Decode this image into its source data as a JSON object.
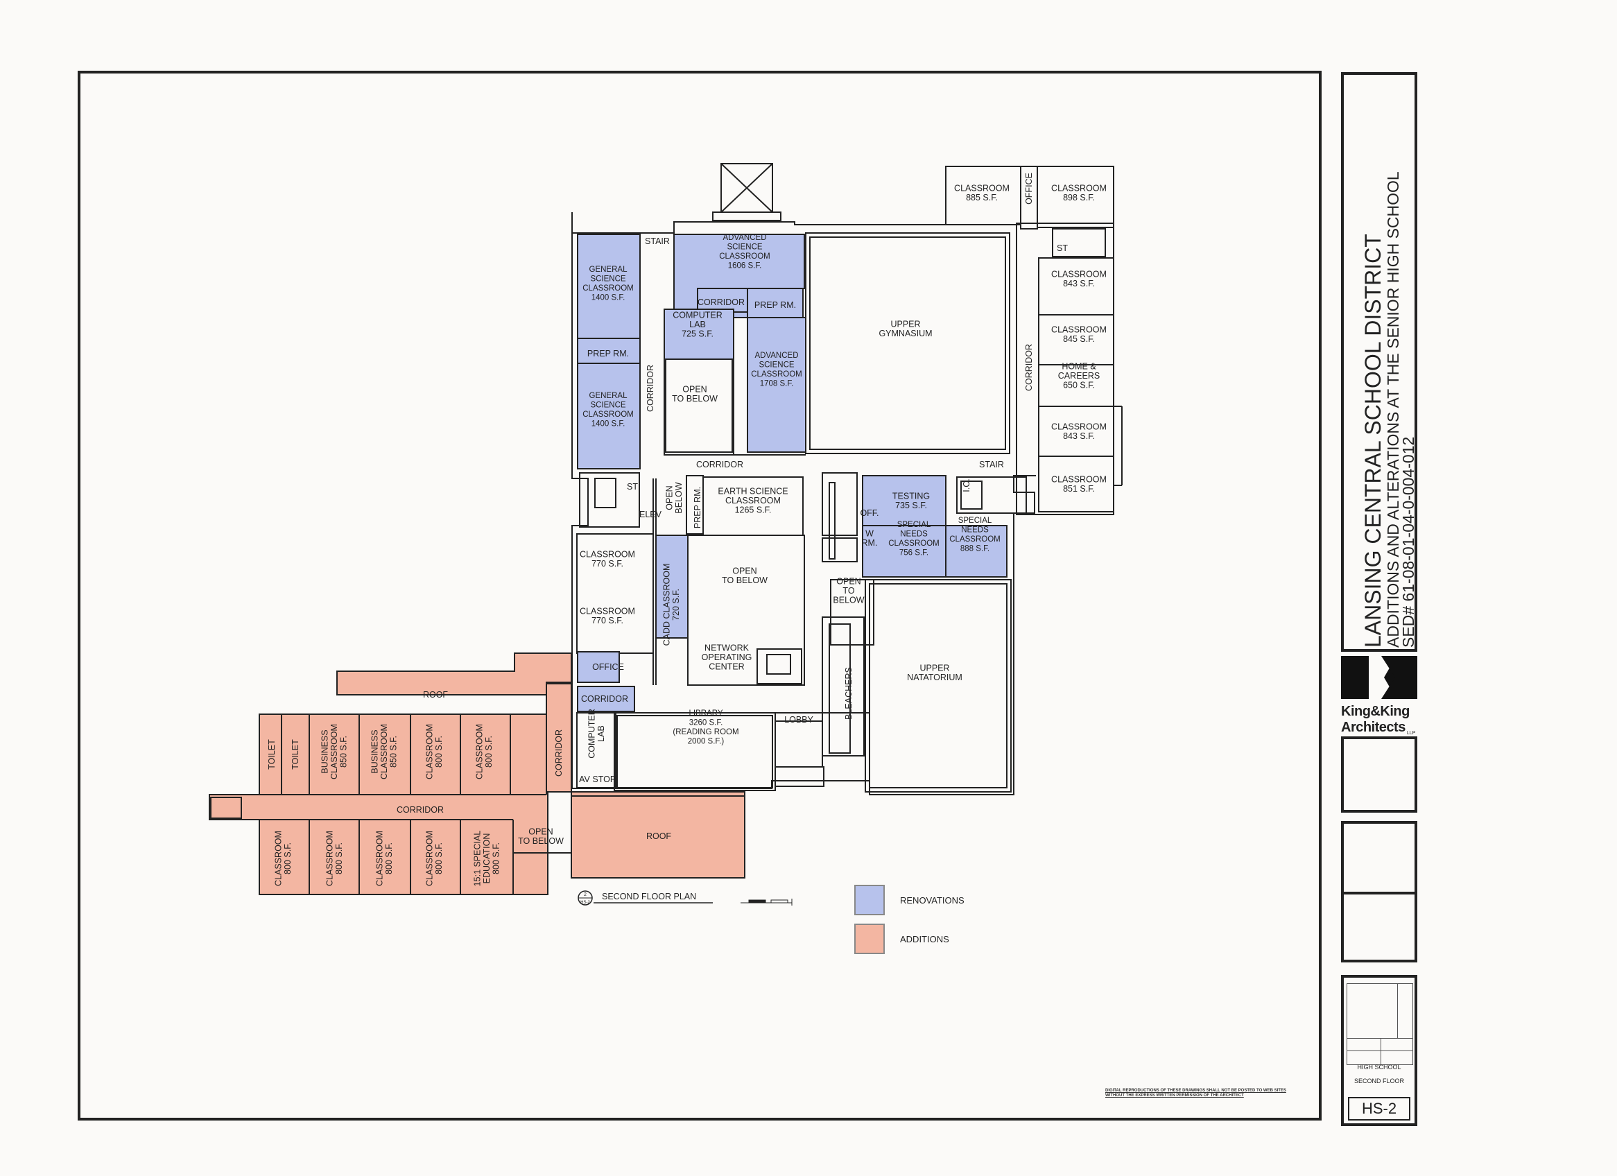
{
  "drawing": {
    "plan_title": "SECOND FLOOR PLAN",
    "plan_callout": "2",
    "plan_callout_sheet": "HS-2",
    "scale_label": "",
    "colors": {
      "renovation": "#b7c2ec",
      "addition": "#f3b6a2",
      "line": "#222222"
    }
  },
  "rooms": [
    {
      "id": "gen-sci-1",
      "label": [
        "GENERAL",
        "SCIENCE",
        "CLASSROOM",
        "1400 S.F."
      ],
      "fill": "renovation"
    },
    {
      "id": "stair-1",
      "label": [
        "STAIR"
      ],
      "fill": "none"
    },
    {
      "id": "adv-sci-1",
      "label": [
        "ADVANCED",
        "SCIENCE",
        "CLASSROOM",
        "1606 S.F."
      ],
      "fill": "renovation"
    },
    {
      "id": "corridor-a",
      "label": [
        "CORRIDOR"
      ],
      "fill": "renovation"
    },
    {
      "id": "prep-1",
      "label": [
        "PREP RM."
      ],
      "fill": "renovation"
    },
    {
      "id": "prep-2",
      "label": [
        "PREP RM."
      ],
      "fill": "renovation"
    },
    {
      "id": "computer-lab-1",
      "label": [
        "COMPUTER",
        "LAB",
        "725 S.F."
      ],
      "fill": "renovation"
    },
    {
      "id": "open-below-1",
      "label": [
        "OPEN",
        "TO BELOW"
      ],
      "fill": "none"
    },
    {
      "id": "adv-sci-2",
      "label": [
        "ADVANCED",
        "SCIENCE",
        "CLASSROOM",
        "1708 S.F."
      ],
      "fill": "renovation"
    },
    {
      "id": "gen-sci-2",
      "label": [
        "GENERAL",
        "SCIENCE",
        "CLASSROOM",
        "1400 S.F."
      ],
      "fill": "renovation"
    },
    {
      "id": "corridor-v1",
      "label": [
        "CORRIDOR"
      ],
      "fill": "none"
    },
    {
      "id": "corridor-b",
      "label": [
        "CORRIDOR"
      ],
      "fill": "none"
    },
    {
      "id": "upper-gym",
      "label": [
        "UPPER",
        "GYMNASIUM"
      ],
      "fill": "none"
    },
    {
      "id": "classroom-885",
      "label": [
        "CLASSROOM",
        "885 S.F."
      ],
      "fill": "none"
    },
    {
      "id": "office-1",
      "label": [
        "OFFICE"
      ],
      "fill": "none"
    },
    {
      "id": "classroom-898",
      "label": [
        "CLASSROOM",
        "898 S.F."
      ],
      "fill": "none"
    },
    {
      "id": "st-1",
      "label": [
        "ST"
      ],
      "fill": "none"
    },
    {
      "id": "classroom-843a",
      "label": [
        "CLASSROOM",
        "843 S.F."
      ],
      "fill": "none"
    },
    {
      "id": "classroom-845",
      "label": [
        "CLASSROOM",
        "845 S.F."
      ],
      "fill": "none"
    },
    {
      "id": "home-careers",
      "label": [
        "HOME &",
        "CAREERS",
        "650 S.F."
      ],
      "fill": "none"
    },
    {
      "id": "classroom-843b",
      "label": [
        "CLASSROOM",
        "843 S.F."
      ],
      "fill": "none"
    },
    {
      "id": "classroom-851",
      "label": [
        "CLASSROOM",
        "851 S.F."
      ],
      "fill": "none"
    },
    {
      "id": "corridor-v2",
      "label": [
        "CORRIDOR"
      ],
      "fill": "none"
    },
    {
      "id": "stair-2",
      "label": [
        "STAIR"
      ],
      "fill": "none"
    },
    {
      "id": "ic",
      "label": [
        "I.C."
      ],
      "fill": "none"
    },
    {
      "id": "st-2",
      "label": [
        "ST"
      ],
      "fill": "none"
    },
    {
      "id": "elev",
      "label": [
        "ELEV"
      ],
      "fill": "none"
    },
    {
      "id": "open-below-2",
      "label": [
        "OPEN",
        "BELOW"
      ],
      "fill": "none"
    },
    {
      "id": "prep-3",
      "label": [
        "PREP RM."
      ],
      "fill": "none"
    },
    {
      "id": "earth-sci",
      "label": [
        "EARTH SCIENCE",
        "CLASSROOM",
        "1265 S.F."
      ],
      "fill": "none"
    },
    {
      "id": "testing",
      "label": [
        "TESTING",
        "735 S.F."
      ],
      "fill": "renovation"
    },
    {
      "id": "off",
      "label": [
        "OFF."
      ],
      "fill": "none"
    },
    {
      "id": "wrm",
      "label": [
        "W",
        "RM."
      ],
      "fill": "none"
    },
    {
      "id": "special-756",
      "label": [
        "SPECIAL",
        "NEEDS",
        "CLASSROOM",
        "756 S.F."
      ],
      "fill": "renovation"
    },
    {
      "id": "special-888",
      "label": [
        "SPECIAL",
        "NEEDS",
        "CLASSROOM",
        "888 S.F."
      ],
      "fill": "renovation"
    },
    {
      "id": "classroom-770a",
      "label": [
        "CLASSROOM",
        "770 S.F."
      ],
      "fill": "none"
    },
    {
      "id": "classroom-770b",
      "label": [
        "CLASSROOM",
        "770 S.F."
      ],
      "fill": "none"
    },
    {
      "id": "cadd",
      "label": [
        "CADD CLASSROOM",
        "720 S.F."
      ],
      "fill": "renovation"
    },
    {
      "id": "open-below-3",
      "label": [
        "OPEN",
        "TO BELOW"
      ],
      "fill": "none"
    },
    {
      "id": "open-below-4",
      "label": [
        "OPEN",
        "TO",
        "BELOW"
      ],
      "fill": "none"
    },
    {
      "id": "upper-natatorium",
      "label": [
        "UPPER",
        "NATATORIUM"
      ],
      "fill": "none"
    },
    {
      "id": "office-2",
      "label": [
        "OFFICE"
      ],
      "fill": "renovation"
    },
    {
      "id": "network",
      "label": [
        "NETWORK",
        "OPERATING",
        "CENTER"
      ],
      "fill": "none"
    },
    {
      "id": "bleachers",
      "label": [
        "BLEACHERS"
      ],
      "fill": "none"
    },
    {
      "id": "lobby",
      "label": [
        "LOBBY"
      ],
      "fill": "none"
    },
    {
      "id": "corridor-c",
      "label": [
        "CORRIDOR"
      ],
      "fill": "renovation"
    },
    {
      "id": "computer-lab-2",
      "label": [
        "COMPUTER",
        "LAB"
      ],
      "fill": "none"
    },
    {
      "id": "library",
      "label": [
        "LIBRARY",
        "3260 S.F.",
        "(READING ROOM",
        "2000 S.F.)"
      ],
      "fill": "none"
    },
    {
      "id": "av-stor",
      "label": [
        "AV STOR"
      ],
      "fill": "none"
    },
    {
      "id": "roof-1",
      "label": [
        "ROOF"
      ],
      "fill": "addition"
    },
    {
      "id": "roof-2",
      "label": [
        "ROOF"
      ],
      "fill": "addition"
    },
    {
      "id": "toilet-1",
      "label": [
        "TOILET"
      ],
      "fill": "addition"
    },
    {
      "id": "toilet-2",
      "label": [
        "TOILET"
      ],
      "fill": "addition"
    },
    {
      "id": "business-1",
      "label": [
        "BUSINESS",
        "CLASSROOM",
        "850 S.F."
      ],
      "fill": "addition"
    },
    {
      "id": "business-2",
      "label": [
        "BUSINESS",
        "CLASSROOM",
        "850 S.F."
      ],
      "fill": "addition"
    },
    {
      "id": "add-class-1",
      "label": [
        "CLASSROOM",
        "800 S.F."
      ],
      "fill": "addition"
    },
    {
      "id": "add-class-2",
      "label": [
        "CLASSROOM",
        "800 S.F."
      ],
      "fill": "addition"
    },
    {
      "id": "corridor-add-v",
      "label": [
        "CORRIDOR"
      ],
      "fill": "addition"
    },
    {
      "id": "corridor-add-h",
      "label": [
        "CORRIDOR"
      ],
      "fill": "addition"
    },
    {
      "id": "add-class-3",
      "label": [
        "CLASSROOM",
        "800 S.F."
      ],
      "fill": "addition"
    },
    {
      "id": "add-class-4",
      "label": [
        "CLASSROOM",
        "800 S.F."
      ],
      "fill": "addition"
    },
    {
      "id": "add-class-5",
      "label": [
        "CLASSROOM",
        "800 S.F."
      ],
      "fill": "addition"
    },
    {
      "id": "add-class-6",
      "label": [
        "CLASSROOM",
        "800 S.F."
      ],
      "fill": "addition"
    },
    {
      "id": "special-ed",
      "label": [
        "15:1 SPECIAL",
        "EDUCATION",
        "800 S.F."
      ],
      "fill": "addition"
    },
    {
      "id": "open-below-5",
      "label": [
        "OPEN",
        "TO BELOW"
      ],
      "fill": "addition"
    }
  ],
  "legend": [
    {
      "label": "RENOVATIONS",
      "color": "#b7c2ec"
    },
    {
      "label": "ADDITIONS",
      "color": "#f3b6a2"
    }
  ],
  "title_block": {
    "district": "LANSING CENTRAL SCHOOL DISTRICT",
    "project": "ADDITIONS AND ALTERATIONS AT THE SENIOR HIGH SCHOOL",
    "sed": "SED# 61-08-01-04-0-004-012",
    "firm_line1": "King&King",
    "firm_line2": "Architects",
    "firm_suffix": "LLP",
    "sheet_title_1": "HIGH SCHOOL",
    "sheet_title_2": "SECOND FLOOR",
    "sheet_number": "HS-2"
  },
  "notes": {
    "digital_notice": "DIGITAL REPRODUCTIONS OF THESE DRAWINGS SHALL NOT BE POSTED TO WEB SITES WITHOUT THE EXPRESS WRITTEN PERMISSION OF THE ARCHITECT"
  }
}
